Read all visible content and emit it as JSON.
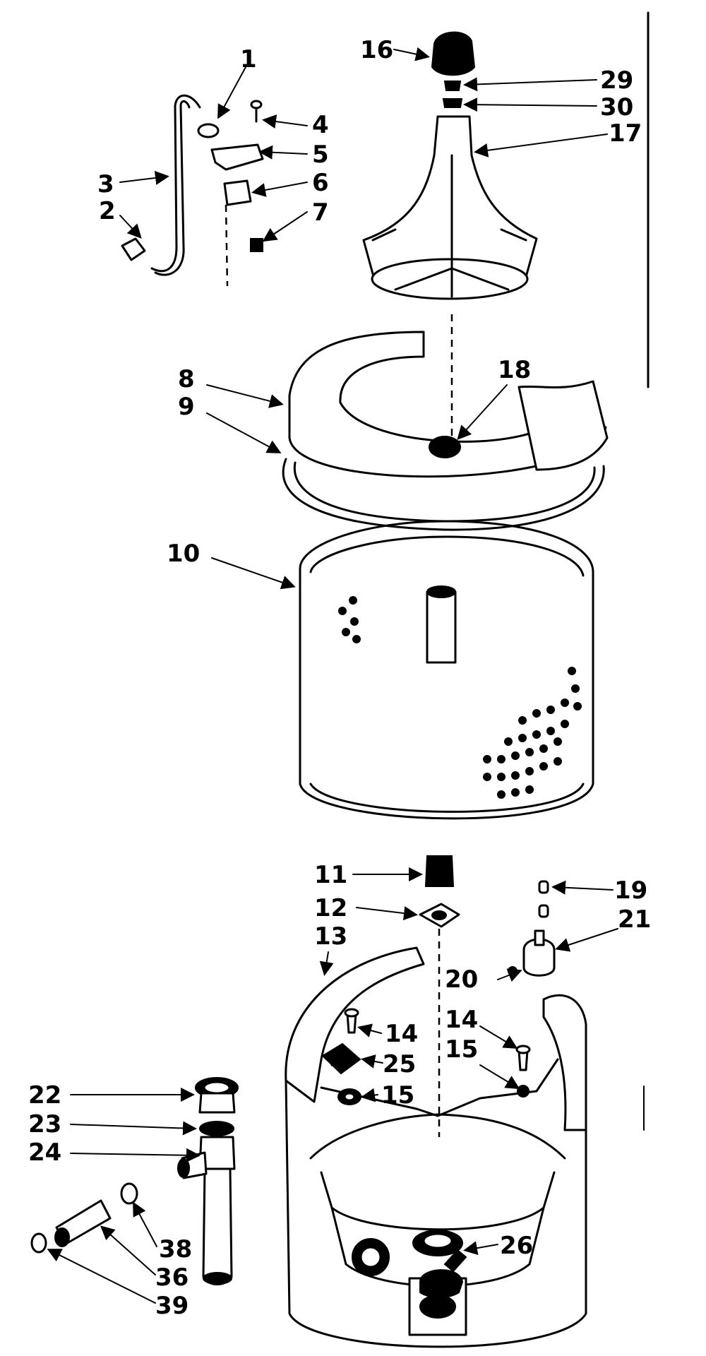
{
  "diagram": {
    "callouts": [
      "1",
      "2",
      "3",
      "4",
      "5",
      "6",
      "7",
      "8",
      "9",
      "10",
      "11",
      "12",
      "13",
      "14",
      "14",
      "15",
      "15",
      "16",
      "17",
      "18",
      "19",
      "20",
      "21",
      "22",
      "23",
      "24",
      "25",
      "26",
      "29",
      "30",
      "36",
      "38",
      "39"
    ]
  }
}
